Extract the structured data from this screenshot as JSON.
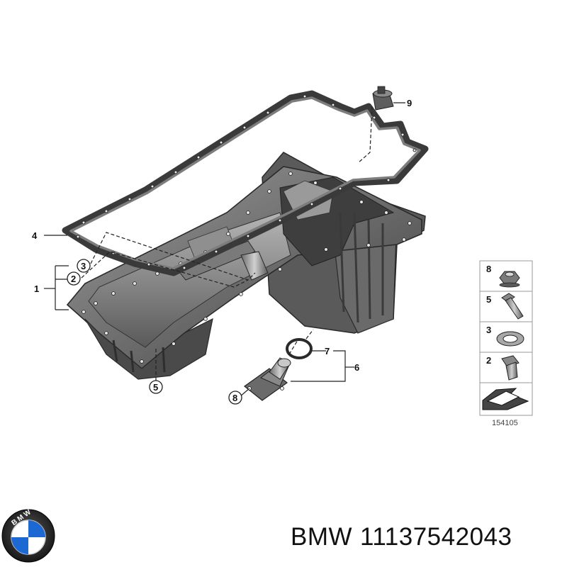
{
  "callouts": {
    "c1": "1",
    "c2": "2",
    "c3": "3",
    "c4": "4",
    "c5": "5",
    "c6": "6",
    "c7": "7",
    "c8": "8",
    "c9": "9"
  },
  "legend": {
    "items": [
      "8",
      "5",
      "3",
      "2"
    ],
    "reference_number": "154105"
  },
  "logo": {
    "text": "B M W"
  },
  "caption": {
    "brand": "BMW",
    "part_number": "11137542043"
  },
  "colors": {
    "ink": "#222222",
    "pan_dark": "#4a4a4a",
    "pan_light": "#8a8a8a",
    "logo_blue": "#1c69d4"
  }
}
